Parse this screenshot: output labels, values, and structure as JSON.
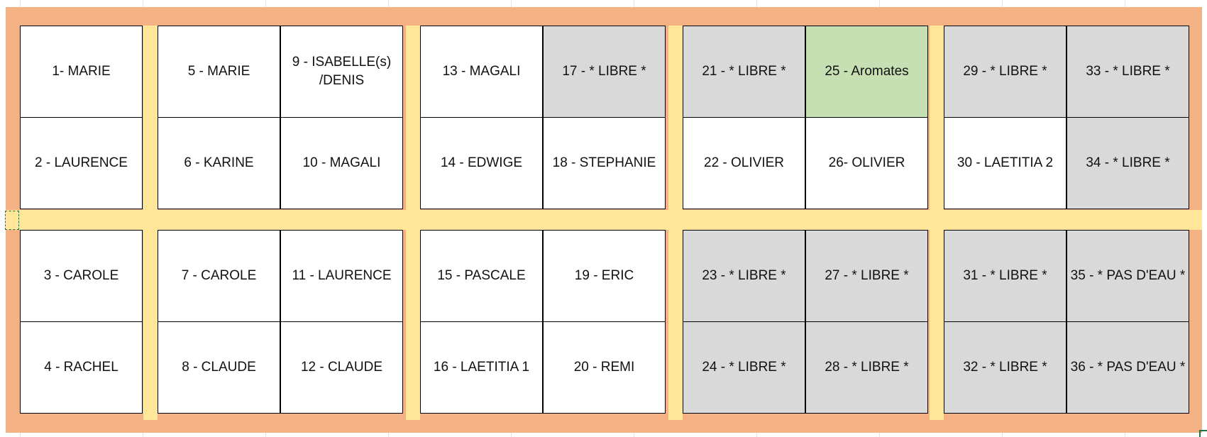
{
  "plots": [
    {
      "label": "1- MARIE",
      "style": "white"
    },
    {
      "label": "2 - LAURENCE",
      "style": "white"
    },
    {
      "label": "3 - CAROLE",
      "style": "white"
    },
    {
      "label": "4 - RACHEL",
      "style": "white"
    },
    {
      "label": "5 - MARIE",
      "style": "white"
    },
    {
      "label": "6 - KARINE",
      "style": "white"
    },
    {
      "label": "7 - CAROLE",
      "style": "white"
    },
    {
      "label": "8 - CLAUDE",
      "style": "white"
    },
    {
      "label": "9 - ISABELLE(s)\n/DENIS",
      "style": "white"
    },
    {
      "label": "10 - MAGALI",
      "style": "white"
    },
    {
      "label": "11 - LAURENCE",
      "style": "white"
    },
    {
      "label": "12 - CLAUDE",
      "style": "white"
    },
    {
      "label": "13 - MAGALI",
      "style": "white"
    },
    {
      "label": "14 - EDWIGE",
      "style": "white"
    },
    {
      "label": "15 - PASCALE",
      "style": "white"
    },
    {
      "label": "16 - LAETITIA 1",
      "style": "white"
    },
    {
      "label": "17 - * LIBRE *",
      "style": "gray"
    },
    {
      "label": "18 - STEPHANIE",
      "style": "white"
    },
    {
      "label": "19 - ERIC",
      "style": "white"
    },
    {
      "label": "20 - REMI",
      "style": "white"
    },
    {
      "label": "21 - * LIBRE *",
      "style": "gray"
    },
    {
      "label": "22 - OLIVIER",
      "style": "white"
    },
    {
      "label": "23 - * LIBRE *",
      "style": "gray"
    },
    {
      "label": "24 - * LIBRE *",
      "style": "gray"
    },
    {
      "label": "25 - Aromates",
      "style": "green"
    },
    {
      "label": "26- OLIVIER",
      "style": "white"
    },
    {
      "label": "27 - * LIBRE *",
      "style": "gray"
    },
    {
      "label": "28 - * LIBRE *",
      "style": "gray"
    },
    {
      "label": "29 - * LIBRE *",
      "style": "gray"
    },
    {
      "label": "30 - LAETITIA 2",
      "style": "white"
    },
    {
      "label": "31 - * LIBRE *",
      "style": "gray"
    },
    {
      "label": "32 - * LIBRE *",
      "style": "gray"
    },
    {
      "label": "33 - * LIBRE *",
      "style": "gray"
    },
    {
      "label": "34 - * LIBRE *",
      "style": "gray"
    },
    {
      "label": "35 - * PAS D'EAU *",
      "style": "gray"
    },
    {
      "label": "36 - * PAS D'EAU *",
      "style": "gray"
    }
  ],
  "colors": {
    "border": "#f4b183",
    "path": "#ffe699",
    "free_plot": "#d9d9d9",
    "herb_plot": "#c6e0b4",
    "occupied_plot": "#ffffff"
  }
}
